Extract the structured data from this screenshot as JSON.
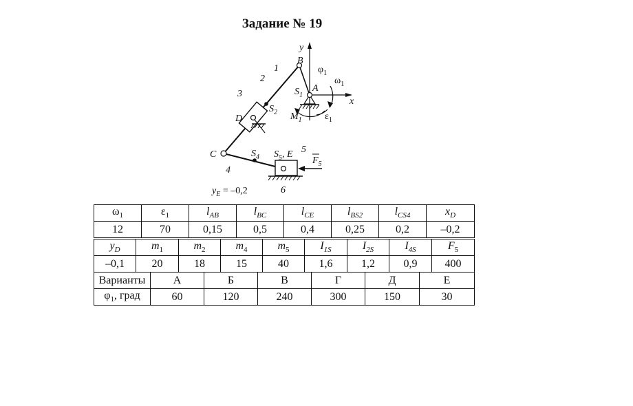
{
  "title": "Задание № 19",
  "figure": {
    "labels": {
      "B": "B",
      "A": "A",
      "S1": "S",
      "S1_sub": "1",
      "C": "C",
      "D": "D",
      "S2": "S",
      "S2_sub": "2",
      "S4": "S",
      "S4_sub": "4",
      "S5E": "S",
      "S5E_sub": "5",
      "S5E_rest": ", E",
      "F5": "F",
      "F5_sub": "5",
      "y": "y",
      "x": "x",
      "phi1": "φ",
      "phi1_sub": "1",
      "omega1": "ω",
      "omega1_sub": "1",
      "eps1": "ε",
      "eps1_sub": "1",
      "M1": "M",
      "M1_sub": "1",
      "n1": "1",
      "n2": "2",
      "n3": "3",
      "n4": "4",
      "n5": "5",
      "n6": "6",
      "yE": "y",
      "yE_sub": "E",
      "yE_val": " = –0,2"
    }
  },
  "table1": {
    "headers": [
      {
        "main": "ω",
        "sub": "1",
        "italic": false
      },
      {
        "main": "ε",
        "sub": "1",
        "italic": false
      },
      {
        "main": "l",
        "sub": "AB",
        "italic": true
      },
      {
        "main": "l",
        "sub": "BC",
        "italic": true
      },
      {
        "main": "l",
        "sub": "CE",
        "italic": true
      },
      {
        "main": "l",
        "sub": "BS2",
        "italic": true
      },
      {
        "main": "l",
        "sub": "CS4",
        "italic": true
      },
      {
        "main": "x",
        "sub": "D",
        "italic": true
      }
    ],
    "values": [
      "12",
      "70",
      "0,15",
      "0,5",
      "0,4",
      "0,25",
      "0,2",
      "–0,2"
    ]
  },
  "table2": {
    "headers": [
      {
        "main": "y",
        "sub": "D"
      },
      {
        "main": "m",
        "sub": "1"
      },
      {
        "main": "m",
        "sub": "2"
      },
      {
        "main": "m",
        "sub": "4"
      },
      {
        "main": "m",
        "sub": "5"
      },
      {
        "main": "I",
        "sub": "1S"
      },
      {
        "main": "I",
        "sub": "2S"
      },
      {
        "main": "I",
        "sub": "4S"
      },
      {
        "main": "F",
        "sub": "5"
      }
    ],
    "values": [
      "–0,1",
      "20",
      "18",
      "15",
      "40",
      "1,6",
      "1,2",
      "0,9",
      "400"
    ]
  },
  "table3": {
    "row_label_1": "Варианты",
    "variants": [
      "А",
      "Б",
      "В",
      "Г",
      "Д",
      "Е"
    ],
    "row_label_2_main": "φ",
    "row_label_2_sub": "1",
    "row_label_2_rest": ", град",
    "angles": [
      "60",
      "120",
      "240",
      "300",
      "150",
      "30"
    ]
  }
}
